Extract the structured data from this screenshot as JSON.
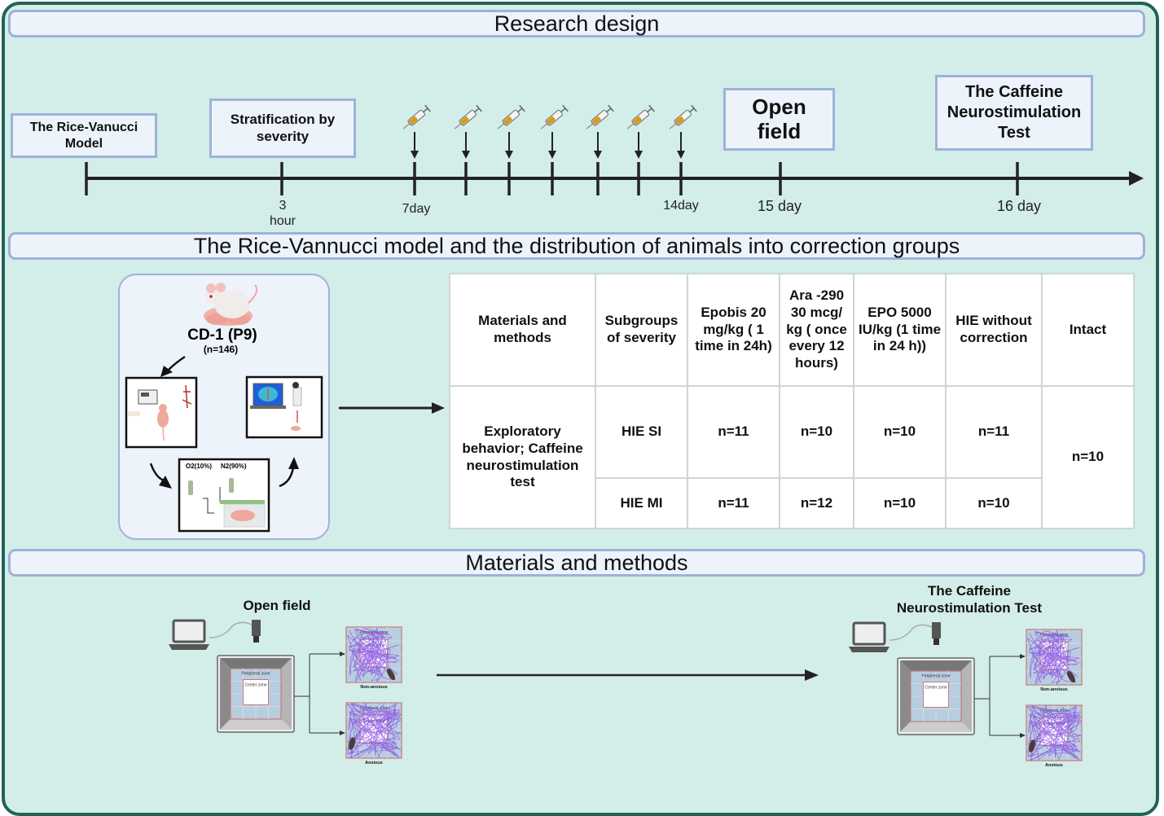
{
  "sections": {
    "research_design": "Research design",
    "model_distribution": "The Rice-Vannucci model and the distribution of animals into correction groups",
    "materials_methods": "Materials and methods"
  },
  "timeline": {
    "boxes": {
      "model": "The Rice-Vanucci Model",
      "stratification": "Stratification by severity",
      "open_field": "Open field",
      "caffeine": "The Caffeine Neurostimulation Test"
    },
    "labels": {
      "hour_num": "3",
      "hour_unit": "hour",
      "day7": "7day",
      "day14": "14day",
      "day15": "15 day",
      "day16": "16 day"
    },
    "injection_count": 7,
    "icons": {
      "injection": "syringe-icon",
      "marker": "arrow-down-icon"
    }
  },
  "model_panel": {
    "strain": "CD-1  (P9)",
    "n_total": "(n=146)",
    "gas_o2": "O2(10%)",
    "gas_n2": "N2(90%)",
    "icons": [
      "mouse-with-pups-icon",
      "surgery-setup-icon",
      "hypoxia-chamber-icon",
      "laser-doppler-icon"
    ]
  },
  "groups_table": {
    "headers": [
      "Materials and methods",
      "Subgroups of severity",
      "Epobis 20 mg/kg ( 1 time in 24h)",
      "Ara -290 30 mcg/ kg ( once every 12 hours)",
      "EPO  5000 IU/kg (1 time in 24 h))",
      "HIE without correction",
      "Intact"
    ],
    "method": "Exploratory behavior; Caffeine neurostimulation test",
    "rows": [
      {
        "subgroup": "HIE SI",
        "values": [
          "n=11",
          "n=10",
          "n=10",
          "n=11"
        ]
      },
      {
        "subgroup": "HIE MI",
        "values": [
          "n=11",
          "n=12",
          "n=10",
          "n=10"
        ]
      }
    ],
    "intact": "n=10"
  },
  "methods": {
    "open_field": {
      "title": "Open field",
      "peripheral": "Peripheral zone",
      "center": "Center zone",
      "outcome_top": "Non-anxious",
      "outcome_bottom": "Anxious"
    },
    "caffeine": {
      "title": "The Caffeine Neurostimulation Test",
      "peripheral": "Peripheral zone",
      "center": "Center zone",
      "outcome_top": "Non-anxious",
      "outcome_bottom": "Anxious"
    }
  },
  "colors": {
    "frame_border": "#1f6358",
    "background": "#d3ede8",
    "banner_fill": "#ecf3fb",
    "banner_border": "#9fb1d9",
    "syringe_fluid": "#d79a1a",
    "track": "#8a55e0"
  }
}
